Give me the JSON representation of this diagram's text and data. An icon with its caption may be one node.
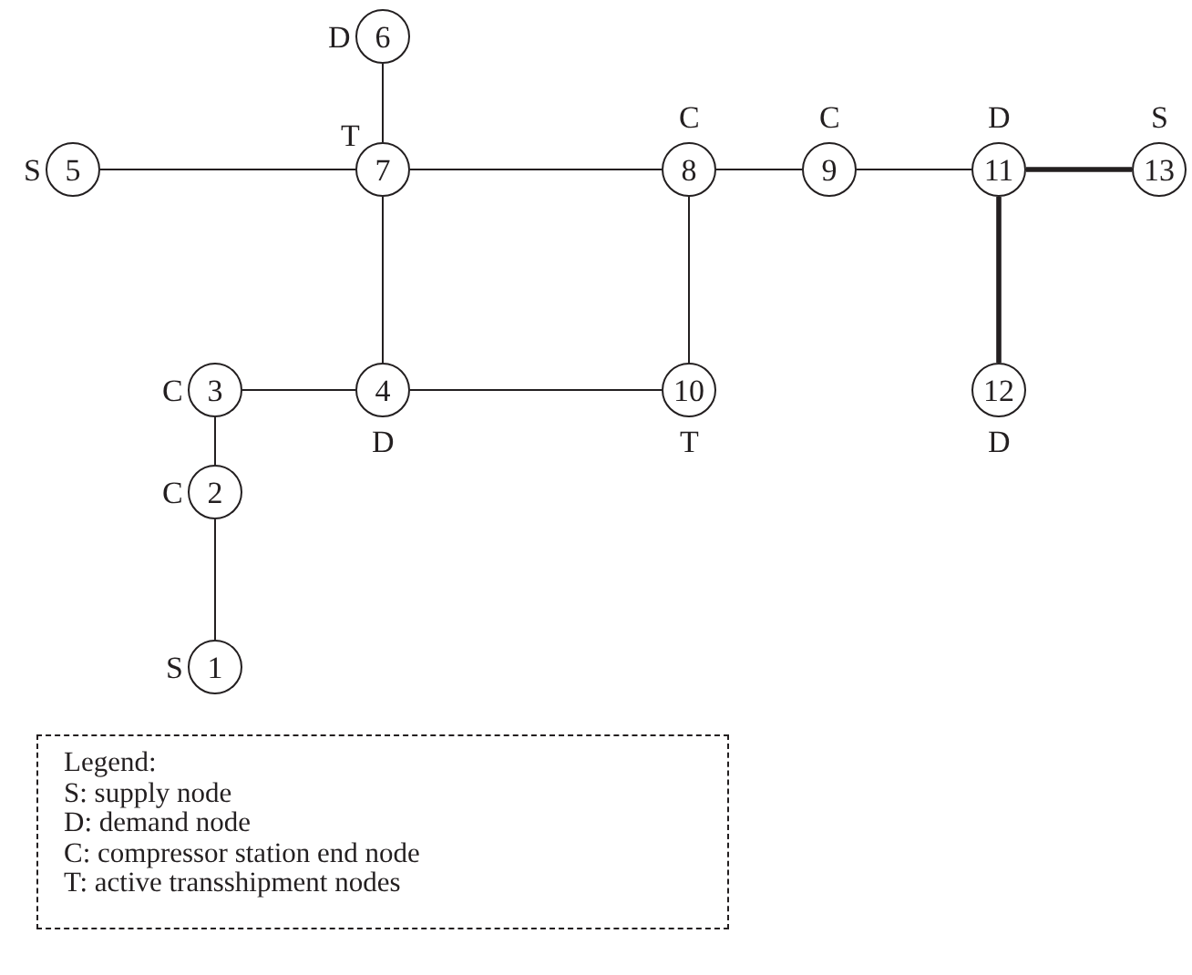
{
  "diagram": {
    "nodes": [
      {
        "text": [
          "1"
        ],
        "beside": [
          "S"
        ]
      },
      {
        "text": [
          "2"
        ],
        "beside": [
          "C"
        ]
      },
      {
        "text": [
          "3"
        ],
        "beside": [
          "C"
        ]
      },
      {
        "text": [
          "4"
        ],
        "beside": [
          "D"
        ]
      },
      {
        "text": [
          "5"
        ],
        "beside": [
          "S"
        ]
      },
      {
        "text": [
          "6"
        ],
        "beside": [
          "D"
        ]
      },
      {
        "text": [
          "7"
        ],
        "beside": [
          "T"
        ]
      },
      {
        "text": [
          "8"
        ],
        "beside": [
          "C"
        ]
      },
      {
        "text": [
          "9"
        ],
        "beside": [
          "C"
        ]
      },
      {
        "text": [
          "10"
        ],
        "beside": [
          "T"
        ]
      },
      {
        "text": [
          "11"
        ],
        "beside": [
          "D"
        ]
      },
      {
        "text": [
          "12"
        ],
        "beside": [
          "D"
        ]
      },
      {
        "text": [
          "13"
        ],
        "beside": [
          "S"
        ]
      }
    ],
    "edges": [
      {
        "from": 0,
        "to": 1,
        "arrow": "none"
      },
      {
        "from": 1,
        "to": 2,
        "arrow": "none"
      },
      {
        "from": 2,
        "to": 3,
        "arrow": "none"
      },
      {
        "from": 3,
        "to": 6,
        "arrow": "none"
      },
      {
        "from": 3,
        "to": 9,
        "arrow": "none"
      },
      {
        "from": 4,
        "to": 6,
        "arrow": "none"
      },
      {
        "from": 5,
        "to": 6,
        "arrow": "none"
      },
      {
        "from": 6,
        "to": 7,
        "arrow": "none"
      },
      {
        "from": 7,
        "to": 8,
        "arrow": "none"
      },
      {
        "from": 7,
        "to": 9,
        "arrow": "none"
      },
      {
        "from": 8,
        "to": 10,
        "arrow": "none"
      },
      {
        "from": 10,
        "to": 11,
        "arrow": "none",
        "style": "thick"
      },
      {
        "from": 10,
        "to": 12,
        "arrow": "none",
        "style": "thick"
      }
    ],
    "labels": [
      "Legend:"
    ],
    "legend": [
      {
        "text": "S: supply node"
      },
      {
        "text": "D: demand node"
      },
      {
        "text": "C: compressor station end node"
      },
      {
        "text": "T: active transshipment nodes"
      }
    ]
  }
}
